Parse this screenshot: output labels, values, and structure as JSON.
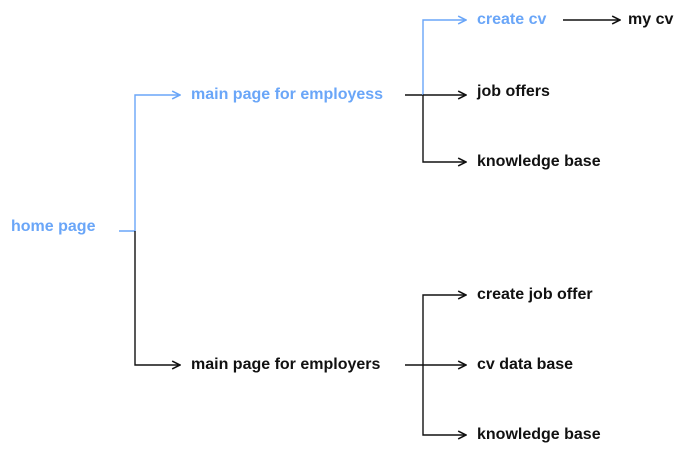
{
  "colors": {
    "highlight": "#6aa6f8",
    "default": "#111111"
  },
  "nodes": {
    "home": "home page",
    "employees": "main page for employess",
    "employers": "main page for employers",
    "create_cv": "create cv",
    "my_cv": "my cv",
    "job_offers": "job offers",
    "knowledge_base_employees": "knowledge base",
    "create_job_offer": "create job offer",
    "cv_data_base": "cv data base",
    "knowledge_base_employers": "knowledge base"
  },
  "highlighted_path": [
    "home",
    "employees",
    "create_cv"
  ]
}
